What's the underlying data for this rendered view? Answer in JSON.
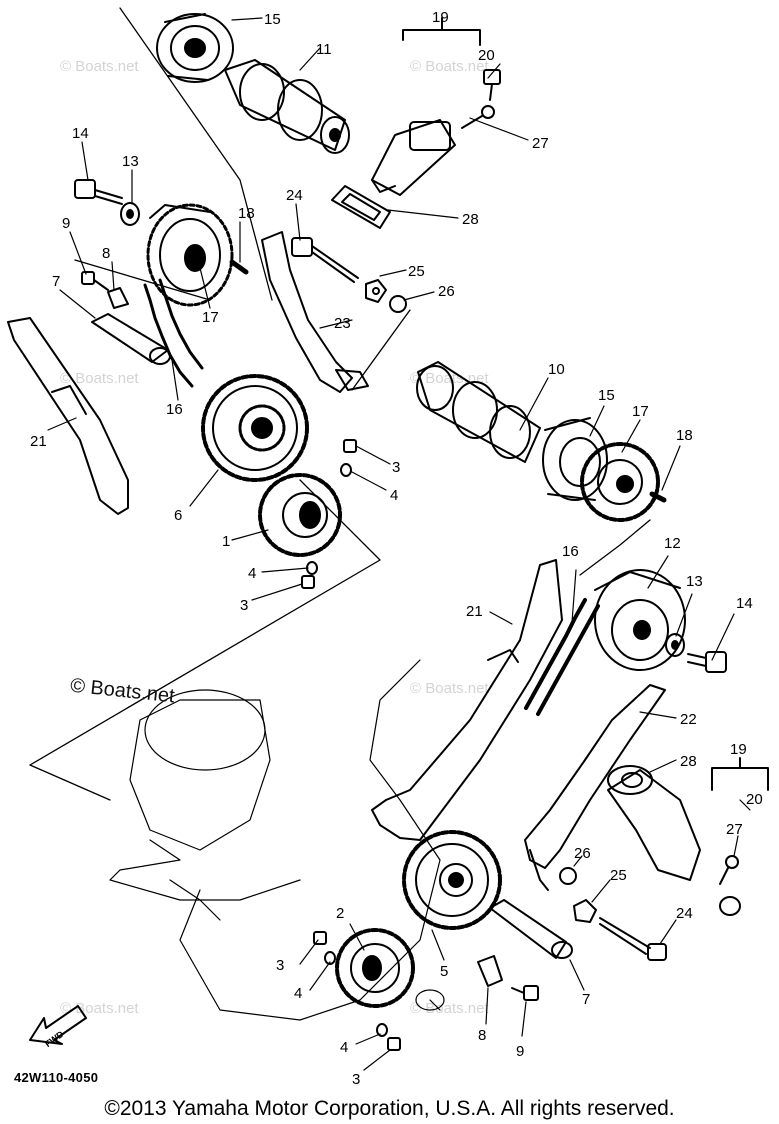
{
  "watermark": {
    "text": "© Boats.net"
  },
  "boats_mark": "© Boats.net",
  "fwd_label": "FWD",
  "ref_code": "42W110-4050",
  "copyright": "©2013 Yamaha Motor Corporation, U.S.A. All rights reserved.",
  "part_labels": {
    "l1": "15",
    "l2": "11",
    "l3": "19",
    "l4": "20",
    "l5": "27",
    "l6": "28",
    "l7": "14",
    "l8": "13",
    "l9": "9",
    "l10": "8",
    "l11": "7",
    "l12": "18",
    "l13": "17",
    "l14": "24",
    "l15": "25",
    "l16": "26",
    "l17": "23",
    "l18": "16",
    "l19": "21",
    "l20": "6",
    "l21": "3",
    "l22": "4",
    "l23": "1",
    "l24": "4",
    "l25": "3",
    "l26": "10",
    "l27": "15",
    "l28": "17",
    "l29": "18",
    "l30": "16",
    "l31": "12",
    "l32": "13",
    "l33": "14",
    "l34": "21",
    "l35": "22",
    "l36": "28",
    "l37": "19",
    "l38": "20",
    "l39": "27",
    "l40": "26",
    "l41": "25",
    "l42": "24",
    "l43": "2",
    "l44": "3",
    "l45": "4",
    "l46": "5",
    "l47": "7",
    "l48": "8",
    "l49": "9",
    "l50": "4",
    "l51": "3"
  }
}
